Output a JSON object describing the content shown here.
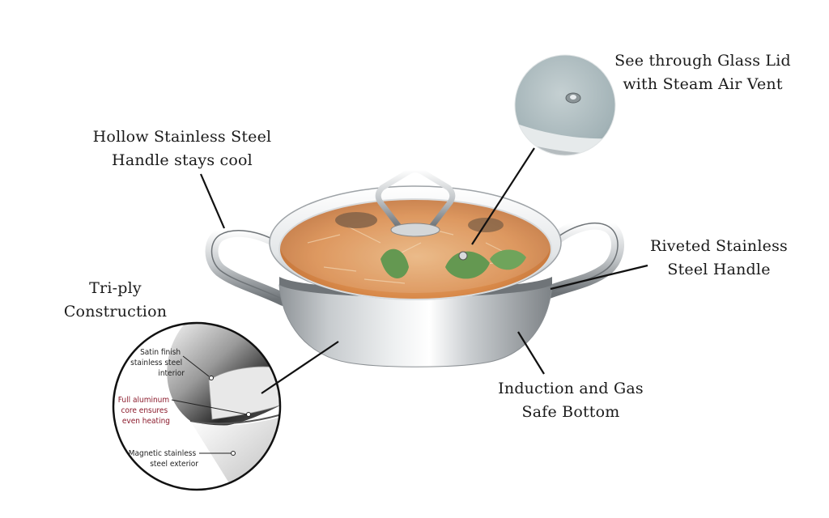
{
  "diagram": {
    "subject": "Tri-ply stainless steel kadai with glass lid",
    "callouts": [
      {
        "id": "glass-lid",
        "lines": [
          "See through Glass Lid",
          "with Steam Air Vent"
        ]
      },
      {
        "id": "hollow-handle",
        "lines": [
          "Hollow Stainless Steel",
          "Handle stays cool"
        ]
      },
      {
        "id": "tri-ply",
        "lines": [
          "Tri-ply",
          "Construction"
        ]
      },
      {
        "id": "riveted-handle",
        "lines": [
          "Riveted Stainless",
          "Steel Handle"
        ]
      },
      {
        "id": "induction-bottom",
        "lines": [
          "Induction and Gas",
          "Safe Bottom"
        ]
      }
    ],
    "tri_ply_inset": {
      "layers": [
        {
          "lines": [
            "Satin finish",
            "stainless steel",
            "interior"
          ],
          "color": "#222222"
        },
        {
          "lines": [
            "Full aluminum",
            "core ensures",
            "even heating"
          ],
          "color": "#8b1a2b"
        },
        {
          "lines": [
            "Magnetic stainless",
            "steel exterior"
          ],
          "color": "#222222"
        }
      ]
    },
    "colors": {
      "text": "#1a1a1a",
      "leader_line": "#111111",
      "steel_light": "#eef0f1",
      "steel_mid": "#b9bdc0",
      "steel_dark": "#7d8286",
      "food": "#d98a4a",
      "herb": "#4f8a3a",
      "lid_glass": "#a9b9bd",
      "aluminum_core": "#8b1a2b"
    }
  }
}
